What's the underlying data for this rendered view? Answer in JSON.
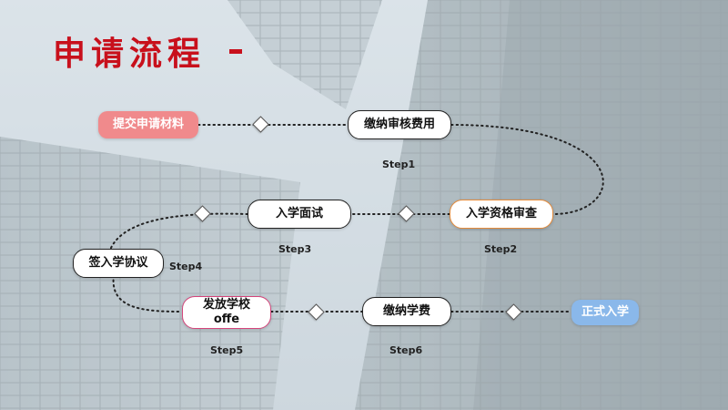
{
  "title": "申请流程",
  "nodes": {
    "submit": "提交申请材料",
    "pay_review_fee": "缴纳审核费用",
    "qualification_review": "入学资格审查",
    "interview": "入学面试",
    "sign_agreement": "签入学协议",
    "issue_offer": "发放学校\noffe",
    "pay_tuition": "缴纳学费",
    "enroll": "正式入学"
  },
  "steps": {
    "step1": "Step1",
    "step2": "Step2",
    "step3": "Step3",
    "step4": "Step4",
    "step5": "Step5",
    "step6": "Step6"
  },
  "colors": {
    "title": "#c8101c",
    "start_node": "#f08a8c",
    "end_node": "#8ab8ea",
    "step2_border": "#e58b3a",
    "step5_border": "#d5457b"
  }
}
